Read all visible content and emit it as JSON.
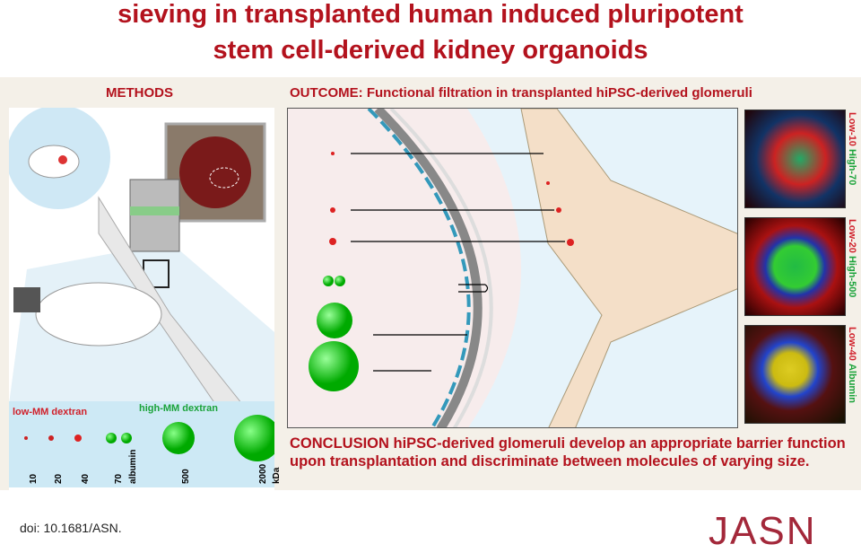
{
  "title": {
    "line1": "sieving in transplanted human induced pluripotent",
    "line2": "stem cell-derived kidney organoids"
  },
  "methods": {
    "header": "METHODS"
  },
  "legend": {
    "low_label": "low-MM dextran",
    "high_label": "high-MM dextran",
    "sizes": [
      "10",
      "20",
      "40",
      "70",
      "albumin",
      "500",
      "2000",
      "kDa"
    ]
  },
  "outcome": {
    "header": "OUTCOME: Functional filtration in transplanted hiPSC-derived glomeruli"
  },
  "micrographs": [
    {
      "low": "Low-10",
      "high": "High-70"
    },
    {
      "low": "Low-20",
      "high": "High-500"
    },
    {
      "low": "Low-40",
      "high": "Albumin"
    }
  ],
  "conclusion": "CONCLUSION hiPSC-derived glomeruli develop an appropriate barrier function upon transplantation and discriminate between molecules of varying size.",
  "footer": {
    "doi": "doi: 10.1681/ASN.",
    "logo": "JASN"
  },
  "colors": {
    "title": "#b3121d",
    "low": "#d0202a",
    "high": "#1aa33a"
  }
}
